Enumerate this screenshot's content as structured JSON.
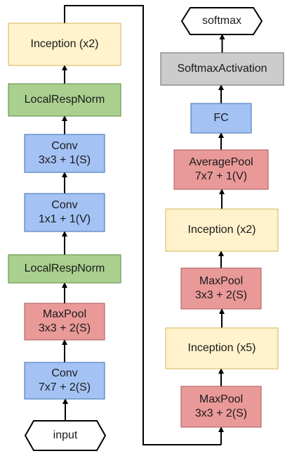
{
  "colors": {
    "yellow_fill": "#fff2cc",
    "yellow_stroke": "#d6b656",
    "green_fill": "#a9d08e",
    "green_stroke": "#5c8a3c",
    "blue_fill": "#a4c2f4",
    "blue_stroke": "#3d6fb5",
    "red_fill": "#ea9999",
    "red_stroke": "#a85656",
    "gray_fill": "#cccccc",
    "gray_stroke": "#666666",
    "terminal_fill": "#ffffff",
    "terminal_stroke": "#000000",
    "arrow": "#000000"
  },
  "left_column": {
    "input": "input",
    "conv1": {
      "line1": "Conv",
      "line2": "7x7 + 2(S)"
    },
    "maxpool1": {
      "line1": "MaxPool",
      "line2": "3x3 + 2(S)"
    },
    "lrn1": "LocalRespNorm",
    "conv2": {
      "line1": "Conv",
      "line2": "1x1 + 1(V)"
    },
    "conv3": {
      "line1": "Conv",
      "line2": "3x3 + 1(S)"
    },
    "lrn2": "LocalRespNorm",
    "inception1": "Inception (x2)"
  },
  "right_column": {
    "maxpool2": {
      "line1": "MaxPool",
      "line2": "3x3 + 2(S)"
    },
    "inception2": "Inception (x5)",
    "maxpool3": {
      "line1": "MaxPool",
      "line2": "3x3 + 2(S)"
    },
    "inception3": "Inception (x2)",
    "avgpool": {
      "line1": "AveragePool",
      "line2": "7x7 + 1(V)"
    },
    "fc": "FC",
    "softmax_activation": "SoftmaxActivation",
    "softmax": "softmax"
  }
}
